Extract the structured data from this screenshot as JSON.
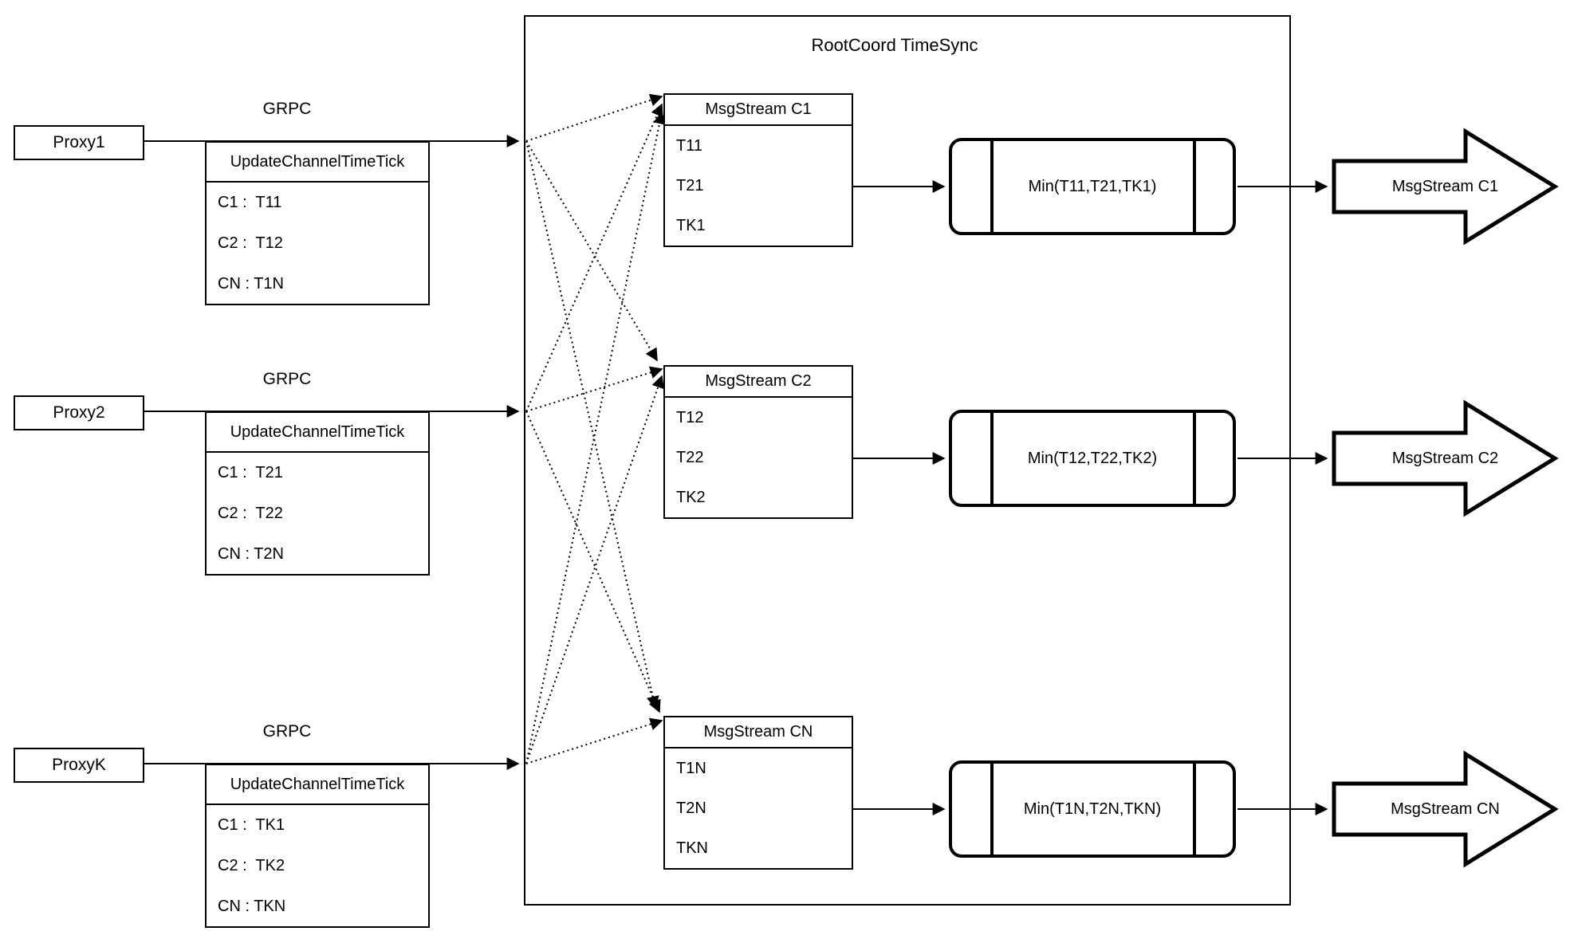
{
  "title": "RootCoord TimeSync",
  "colors": {
    "stroke": "#000000",
    "background": "#ffffff"
  },
  "proxies": [
    {
      "label": "Proxy1",
      "protocol": "GRPC",
      "table": {
        "header": "UpdateChannelTimeTick",
        "rows": [
          "C1 :  T11",
          "C2 :  T12",
          "CN : T1N"
        ]
      }
    },
    {
      "label": "Proxy2",
      "protocol": "GRPC",
      "table": {
        "header": "UpdateChannelTimeTick",
        "rows": [
          "C1 :  T21",
          "C2 :  T22",
          "CN : T2N"
        ]
      }
    },
    {
      "label": "ProxyK",
      "protocol": "GRPC",
      "table": {
        "header": "UpdateChannelTimeTick",
        "rows": [
          "C1 :  TK1",
          "C2 :  TK2",
          "CN : TKN"
        ]
      }
    }
  ],
  "streams": [
    {
      "title": "MsgStream C1",
      "rows": [
        "T11",
        "T21",
        "TK1"
      ],
      "min_label": "Min(T11,T21,TK1)",
      "output_label": "MsgStream C1"
    },
    {
      "title": "MsgStream C2",
      "rows": [
        "T12",
        "T22",
        "TK2"
      ],
      "min_label": "Min(T12,T22,TK2)",
      "output_label": "MsgStream C2"
    },
    {
      "title": "MsgStream CN",
      "rows": [
        "T1N",
        "T2N",
        "TKN"
      ],
      "min_label": "Min(T1N,T2N,TKN)",
      "output_label": "MsgStream CN"
    }
  ]
}
